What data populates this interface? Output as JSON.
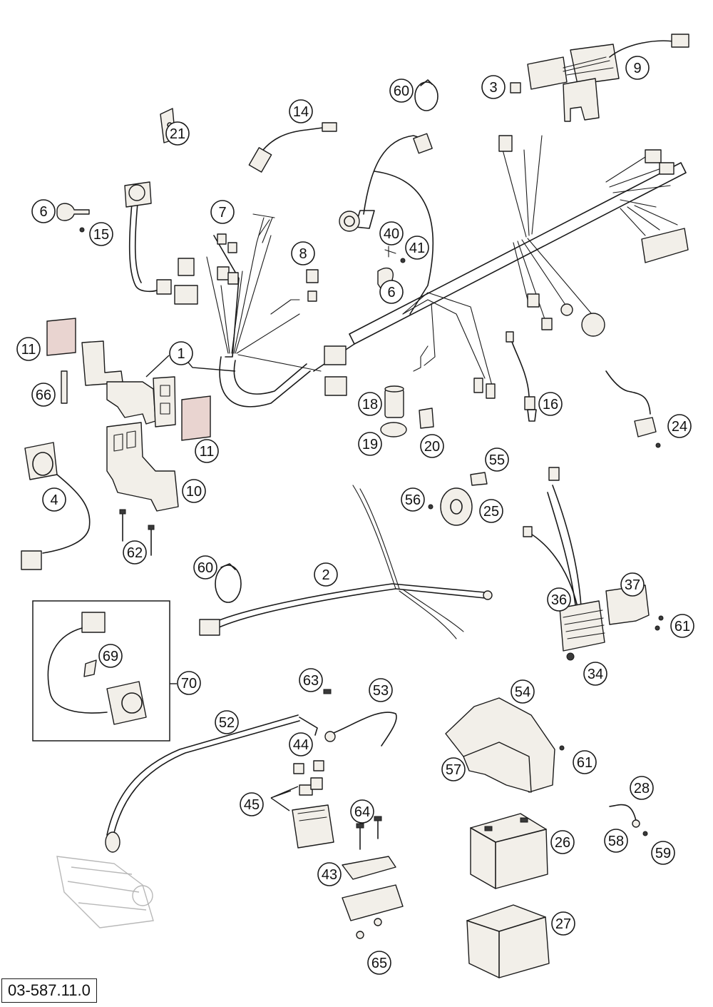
{
  "reference_number": "03-587.11.0",
  "callouts": [
    "1",
    "2",
    "3",
    "4",
    "6",
    "6",
    "7",
    "8",
    "9",
    "10",
    "11",
    "11",
    "14",
    "15",
    "16",
    "18",
    "19",
    "20",
    "21",
    "24",
    "25",
    "26",
    "27",
    "28",
    "34",
    "36",
    "37",
    "40",
    "41",
    "43",
    "44",
    "45",
    "52",
    "53",
    "54",
    "55",
    "56",
    "57",
    "58",
    "59",
    "60",
    "60",
    "61",
    "61",
    "62",
    "63",
    "64",
    "65",
    "66",
    "69",
    "70"
  ]
}
